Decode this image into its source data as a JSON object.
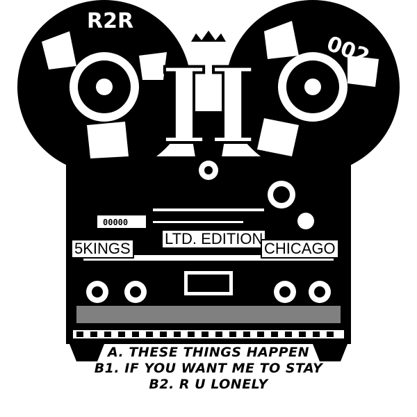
{
  "cover": {
    "left_reel_label": "R2R",
    "right_reel_label": "002",
    "center_numeral": "II",
    "label_left": "5KINGS",
    "label_center": "LTD. EDITION",
    "label_right": "CHICAGO",
    "colors": {
      "ink": "#000000",
      "paper": "#ffffff"
    }
  },
  "tracklist": [
    "A. THESE THINGS HAPPEN",
    "B1. IF YOU WANT ME TO STAY",
    "B2. R U LONELY"
  ]
}
